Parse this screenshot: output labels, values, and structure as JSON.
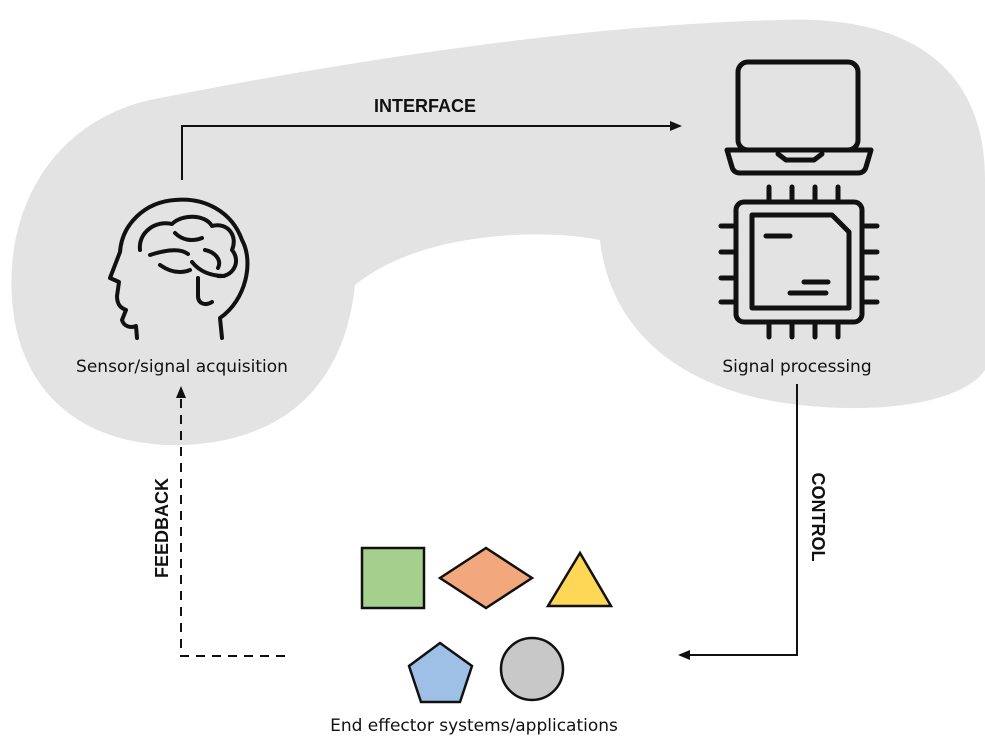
{
  "labels": {
    "interface": "INTERFACE",
    "control": "CONTROL",
    "feedback": "FEEDBACK",
    "sensor": "Sensor/signal acquisition",
    "processing": "Signal processing",
    "effector": "End effector systems/applications"
  },
  "colors": {
    "blob": "#e3e3e3",
    "stroke": "#111111",
    "square": "#a4cf8c",
    "diamond": "#f2a87c",
    "triangle": "#ffd756",
    "pentagon": "#9ec0e6",
    "circle": "#c8c8c8"
  },
  "icons": [
    "brain-head-icon",
    "laptop-icon",
    "cpu-chip-icon"
  ]
}
